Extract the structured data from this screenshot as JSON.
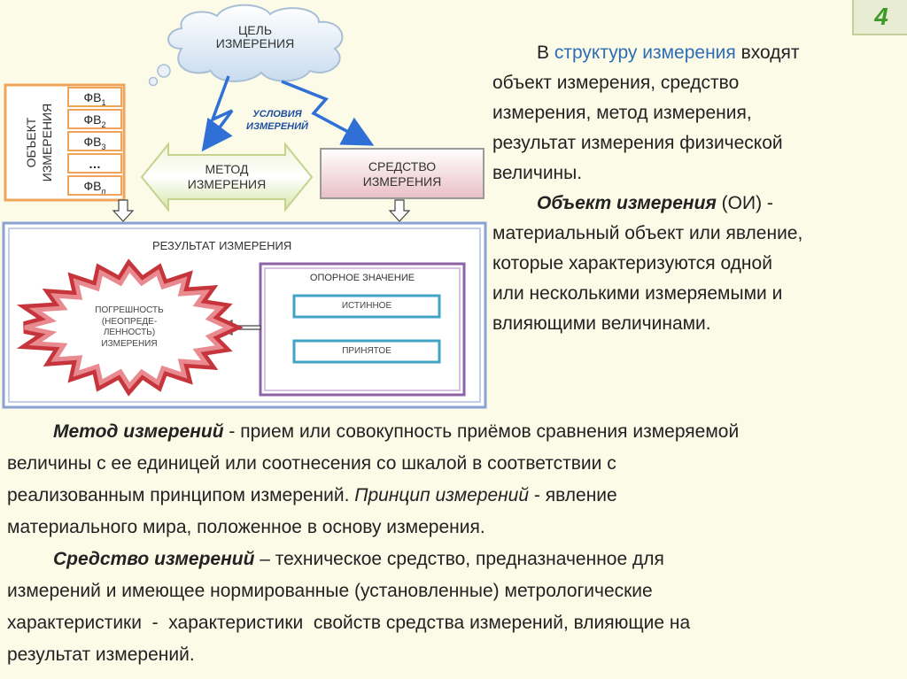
{
  "slide_number": "4",
  "diagram": {
    "goal": [
      "ЦЕЛЬ",
      "ИЗМЕРЕНИЯ"
    ],
    "object_label": [
      "ОБЪЕКТ",
      "ИЗМЕРЕНИЯ"
    ],
    "fv_items": [
      {
        "base": "ФВ",
        "sub": "1"
      },
      {
        "base": "ФВ",
        "sub": "2"
      },
      {
        "base": "ФВ",
        "sub": "3"
      },
      {
        "base": "…",
        "sub": ""
      },
      {
        "base": "ФВ",
        "sub": "n"
      }
    ],
    "conditions": [
      "УСЛОВИЯ",
      "ИЗМЕРЕНИЙ"
    ],
    "method": [
      "МЕТОД",
      "ИЗМЕРЕНИЯ"
    ],
    "instrument": [
      "СРЕДСТВО",
      "ИЗМЕРЕНИЯ"
    ],
    "result_title": "РЕЗУЛЬТАТ ИЗМЕРЕНИЯ",
    "error": [
      "ПОГРЕШНОСТЬ",
      "(НЕОПРЕДЕ-",
      "ЛЕННОСТЬ)",
      "ИЗМЕРЕНИЯ"
    ],
    "reference_title": "ОПОРНОЕ ЗНАЧЕНИЕ",
    "true_value": "ИСТИННОЕ",
    "accepted_value": "ПРИНЯТОЕ"
  },
  "right_text": {
    "intro_prefix": "В",
    "intro_accent": "структуру измерения",
    "intro_rest": "входят",
    "lines": [
      "объект измерения, средство",
      "измерения, метод измерения,",
      "результат измерения физической",
      "величины."
    ],
    "oi_term": "Объект измерения",
    "oi_rest": " (ОИ) -",
    "oi_lines": [
      "материальный объект или явление,",
      "которые характеризуются одной",
      "или несколькими измеряемыми и",
      "влияющими величинами."
    ]
  },
  "bottom_text": {
    "method_term": "Метод измерений",
    "method_line1_rest": " - прием или совокупность приёмов сравнения измеряемой",
    "method_line2": "величины с ее единицей или соотнесения со шкалой в соответствии с",
    "method_line3_plain": "реализованным принципом измерений. ",
    "method_line3_ital": "Принцип измерений",
    "method_line3_rest": " - явление",
    "method_line4": "материального мира, положенное в основу измерения.",
    "instr_term": "Средство измерений",
    "instr_line1_rest": " – техническое средство, предназначенное для",
    "instr_line2": "измерений и имеющее нормированные (установленные) метрологические",
    "instr_line3": "характеристики  -  характеристики  свойств средства измерений, влияющие на",
    "instr_line4": "результат измерений."
  }
}
